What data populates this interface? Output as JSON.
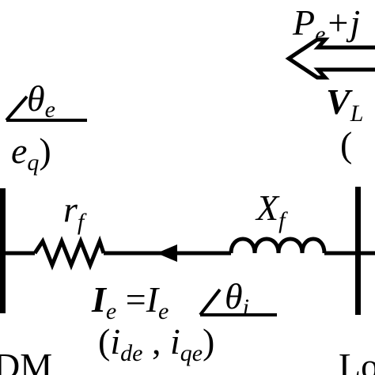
{
  "power_flow": {
    "p": "P",
    "p_sub": "e",
    "plus_j": "+j",
    "arrow_icon": "double-arrow-left-icon"
  },
  "source": {
    "angle_symbol": "θ",
    "angle_sub": "e",
    "components": "e",
    "components_sub": "q",
    "components_close": ")",
    "bus_label": "DM"
  },
  "load": {
    "voltage_symbol": "V",
    "voltage_sub": "L",
    "components_open": "(",
    "bus_label": "Lo"
  },
  "line": {
    "resistor_symbol": "r",
    "resistor_sub": "f",
    "reactance_symbol": "X",
    "reactance_sub": "f"
  },
  "current": {
    "phasor": "I",
    "phasor_sub": "e",
    "equals": " =",
    "magnitude": "I",
    "magnitude_sub": "e",
    "angle_symbol": "θ",
    "angle_sub": "i",
    "components_open": "(",
    "d_symbol": "i",
    "d_sub": "de",
    "separator": " , ",
    "q_symbol": "i",
    "q_sub": "qe",
    "components_close": ")"
  }
}
